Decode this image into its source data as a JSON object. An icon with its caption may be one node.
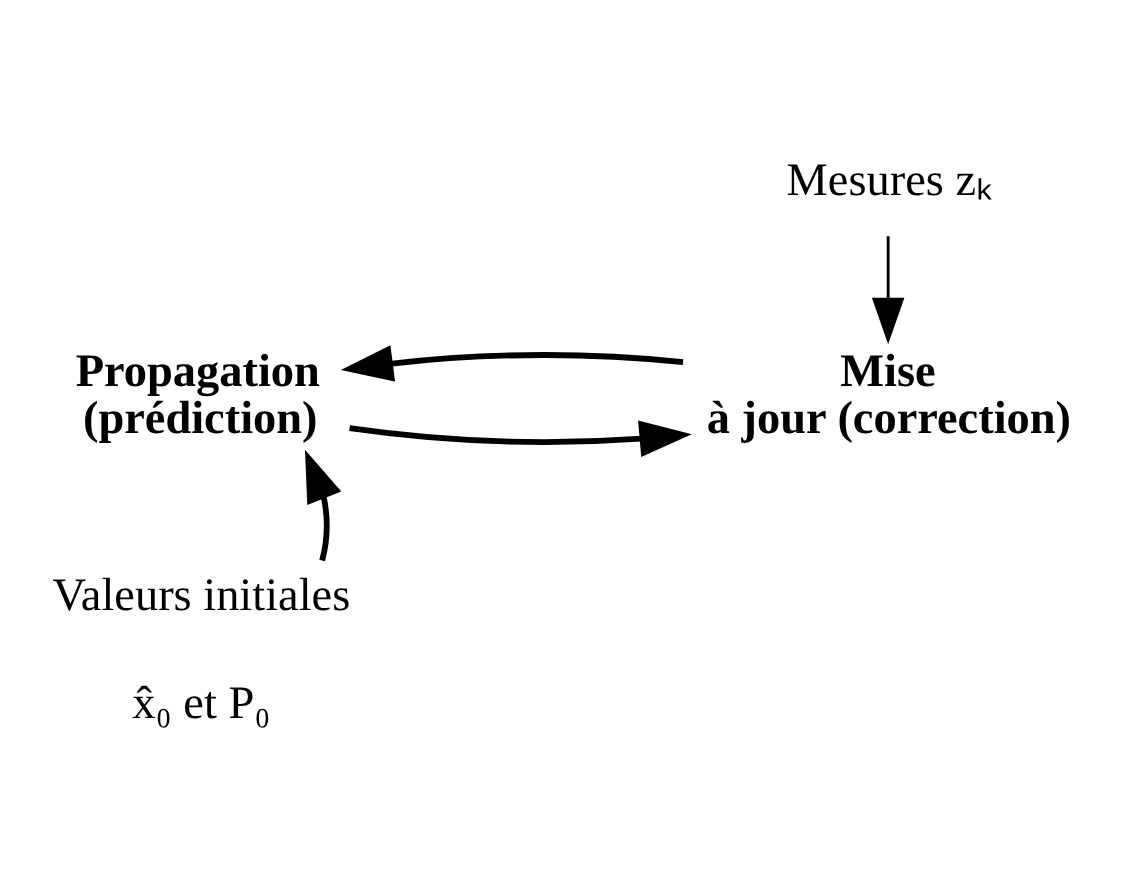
{
  "diagram": {
    "nodes": [
      {
        "text": [
          "Propagation (prédiction)"
        ]
      },
      {
        "text": [
          "Mise à jour (correction)"
        ]
      },
      {
        "text": [
          "Mesures zₖ"
        ]
      },
      {
        "text": [
          "Valeurs initiales",
          "x̂₀ et P₀"
        ]
      }
    ],
    "edges": [
      {
        "from": 0,
        "to": 1,
        "arrow": "to"
      },
      {
        "from": 1,
        "to": 0,
        "arrow": "to"
      },
      {
        "from": 2,
        "to": 1,
        "arrow": "to"
      },
      {
        "from": 3,
        "to": 0,
        "arrow": "to"
      }
    ]
  }
}
